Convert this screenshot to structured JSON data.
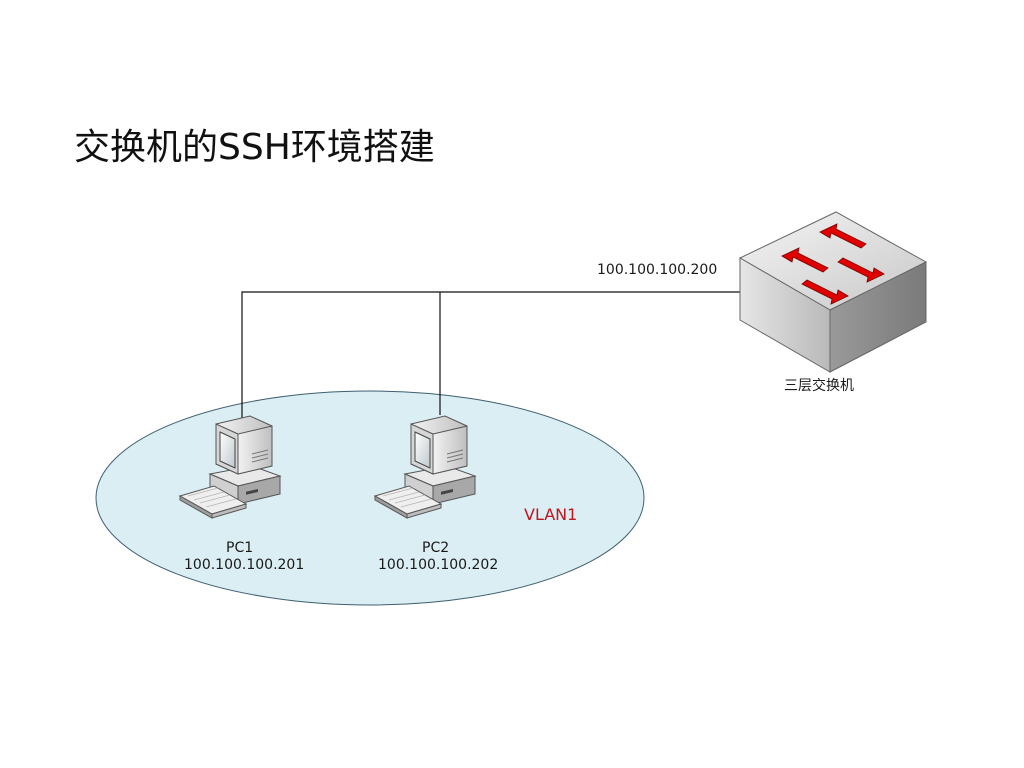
{
  "slide": {
    "title": "交换机的SSH环境搭建"
  },
  "switch": {
    "label": "三层交换机",
    "ip": "100.100.100.200"
  },
  "vlan": {
    "label": "VLAN1",
    "label_color": "#c0161d"
  },
  "pcs": [
    {
      "name": "PC1",
      "ip": "100.100.100.201"
    },
    {
      "name": "PC2",
      "ip": "100.100.100.202"
    }
  ],
  "colors": {
    "vlan_fill": "#daeef3",
    "vlan_stroke": "#3f5f6f",
    "arrow_red": "#e00000"
  },
  "icons": {
    "switch": "layer3-switch-icon",
    "pc": "desktop-computer-icon"
  }
}
